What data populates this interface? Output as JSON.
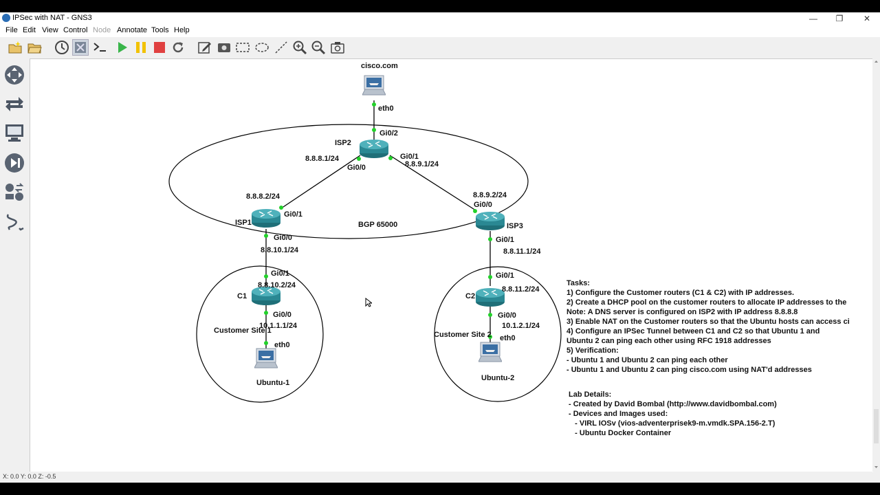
{
  "window": {
    "title": "IPSec with NAT - GNS3",
    "controls": {
      "minimize": "—",
      "maximize": "❐",
      "close": "✕"
    }
  },
  "menu": [
    "File",
    "Edit",
    "View",
    "Control",
    "Node",
    "Annotate",
    "Tools",
    "Help"
  ],
  "toolbar_icons": [
    "new-project-icon",
    "open-project-icon",
    "snapshot-icon",
    "show-interface-labels-icon",
    "console-all-icon",
    "start-all-icon",
    "suspend-all-icon",
    "stop-all-icon",
    "reload-all-icon",
    "add-note-icon",
    "insert-picture-icon",
    "draw-rectangle-icon",
    "draw-ellipse-icon",
    "draw-line-icon",
    "zoom-in-icon",
    "zoom-out-icon",
    "screenshot-icon"
  ],
  "left_panel_icons": [
    "routers-icon",
    "switches-icon",
    "end-devices-icon",
    "security-devices-icon",
    "all-devices-icon",
    "add-link-icon"
  ],
  "topology": {
    "devices": {
      "cisco_com": "cisco.com",
      "isp2": "ISP2",
      "isp1": "ISP1",
      "isp3": "ISP3",
      "c1": "C1",
      "c2": "C2",
      "ubuntu1": "Ubuntu-1",
      "ubuntu2": "Ubuntu-2"
    },
    "ports": {
      "cisco_eth0": "eth0",
      "isp2_gi02": "Gi0/2",
      "isp2_gi00": "Gi0/0",
      "isp2_gi01": "Gi0/1",
      "isp1_gi01": "Gi0/1",
      "isp1_gi00": "Gi0/0",
      "isp3_gi00": "Gi0/0",
      "isp3_gi01": "Gi0/1",
      "c1_gi01": "Gi0/1",
      "c1_gi00": "Gi0/0",
      "c2_gi01": "Gi0/1",
      "c2_gi00": "Gi0/0",
      "ubuntu1_eth0": "eth0",
      "ubuntu2_eth0": "eth0"
    },
    "addresses": {
      "isp2_gi00": "8.8.8.1/24",
      "isp2_gi01": "8.8.9.1/24",
      "isp1_gi01": "8.8.8.2/24",
      "isp3_gi00": "8.8.9.2/24",
      "isp1_gi00": "8.8.10.1/24",
      "c1_gi01": "8.8.10.2/24",
      "c1_gi00": "10.1.1.1/24",
      "isp3_gi01": "8.8.11.1/24",
      "c2_gi01": "8.8.11.2/24",
      "c2_gi00": "10.1.2.1/24"
    },
    "areas": {
      "bgp": "BGP 65000",
      "site1": "Customer Site 1",
      "site2": "Customer Site 2"
    }
  },
  "tasks": [
    "Tasks:",
    "1) Configure the Customer routers (C1 & C2) with IP addresses.",
    "2) Create a DHCP pool on the customer routers to allocate IP addresses to the",
    "Note: A DNS server is configured on ISP2 with IP address 8.8.8.8",
    "3) Enable NAT on the Customer routers so that the Ubuntu hosts can access ci",
    "4) Configure an IPSec Tunnel between C1 and C2 so that Ubuntu 1 and",
    "Ubuntu 2 can ping each other using RFC 1918 addresses",
    "5) Verification:",
    "- Ubuntu 1 and Ubuntu 2 can ping each other",
    "- Ubuntu 1 and Ubuntu 2 can ping cisco.com using NAT'd addresses"
  ],
  "lab_details": [
    "Lab Details:",
    "- Created by David Bombal (http://www.davidbombal.com)",
    "- Devices and Images used:",
    "   - VIRL IOSv (vios-adventerprisek9-m.vmdk.SPA.156-2.T)",
    "   - Ubuntu Docker Container"
  ],
  "status": "X: 0.0 Y: 0.0 Z: -0.5"
}
